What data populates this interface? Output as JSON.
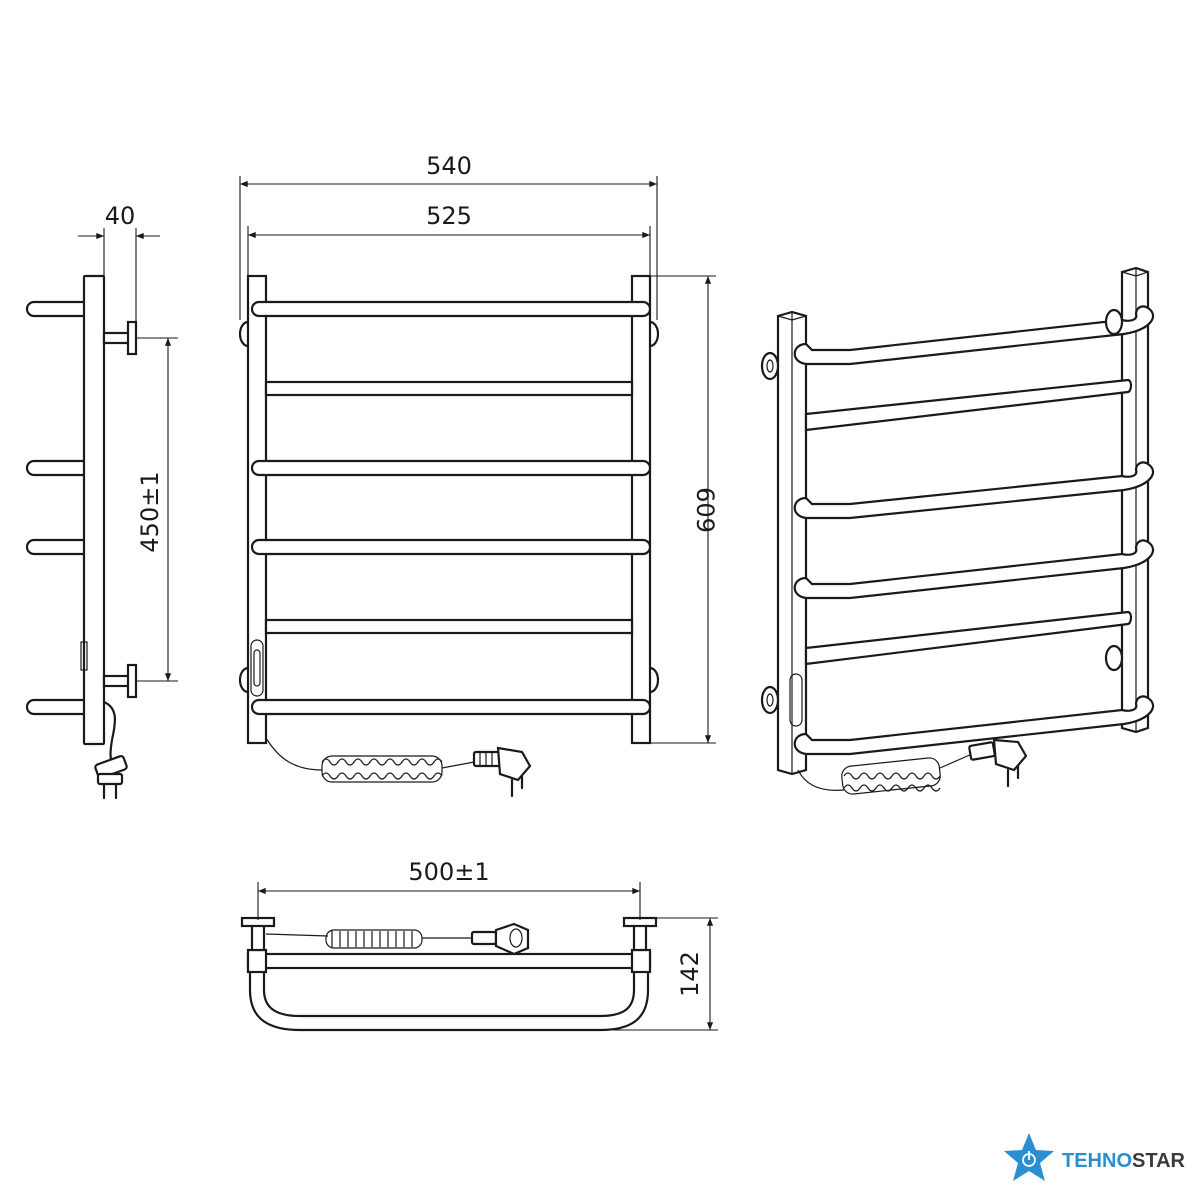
{
  "dimensions": {
    "overall_width": "540",
    "inner_width": "525",
    "depth": "40",
    "mount_spacing": "450±1",
    "height": "609",
    "bottom_spacing": "500±1",
    "bottom_depth": "142"
  },
  "logo": {
    "text_part1": "TEHNO",
    "text_part2": "STAR",
    "color_part1": "#2a8fd0",
    "color_part2": "#3a3a3a",
    "icon": "star-power-icon"
  },
  "colors": {
    "line": "#1a1a1a",
    "background": "#ffffff"
  }
}
